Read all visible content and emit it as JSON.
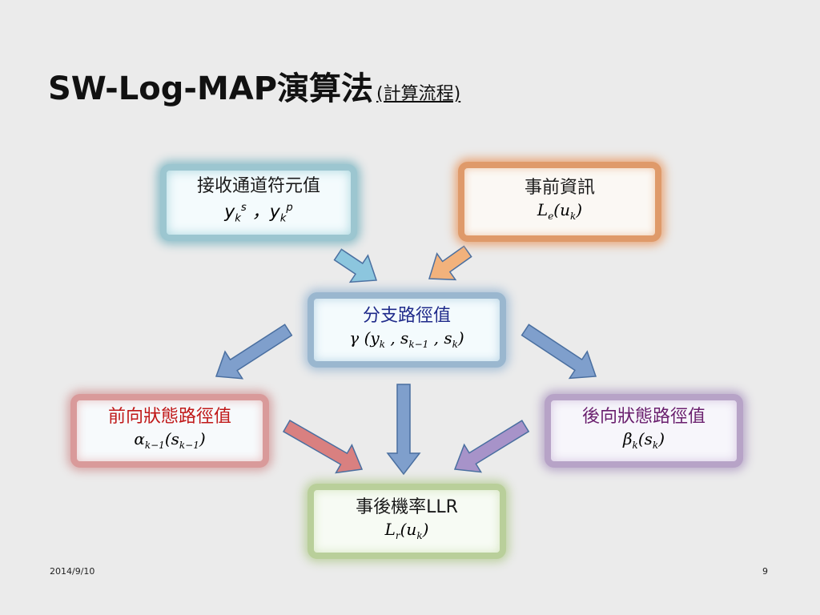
{
  "title": {
    "main": "SW-Log-MAP演算法",
    "sub": "(計算流程)"
  },
  "boxes": {
    "channel": {
      "label": "接收通道符元值",
      "formula_html": "y<sub>k</sub><sup>s</sup> ，y<sub>k</sub><sup>p</sup>",
      "label_color": "#1a1a1a"
    },
    "prior": {
      "label": "事前資訊",
      "formula_html": "L<sub>e</sub>(u<sub>k</sub>)",
      "label_color": "#1a1a1a"
    },
    "branch": {
      "label": "分支路徑值",
      "formula_html": "γ (y<sub>k</sub> , s<sub>k−1</sub> , s<sub>k</sub>)",
      "label_color": "#1f2a8a"
    },
    "forward": {
      "label": "前向狀態路徑值",
      "formula_html": "α<sub>k−1</sub>(s<sub>k−1</sub>)",
      "label_color": "#c01818"
    },
    "backward": {
      "label": "後向狀態路徑值",
      "formula_html": "β<sub>k</sub>(s<sub>k</sub>)",
      "label_color": "#6a1f6e"
    },
    "posterior": {
      "label": "事後機率LLR",
      "formula_html": "L<sub>r</sub>(u<sub>k</sub>)",
      "label_color": "#1a1a1a"
    }
  },
  "arrow_colors": {
    "channel_to_branch": "#8cc6de",
    "prior_to_branch": "#f2b27c",
    "branch_to_forward": "#7f9fcc",
    "branch_to_backward": "#7f9fcc",
    "branch_to_posterior": "#7f9fcc",
    "forward_to_posterior": "#d98080",
    "backward_to_posterior": "#a793c9"
  },
  "footer": {
    "date": "2014/9/10",
    "page": "9"
  }
}
